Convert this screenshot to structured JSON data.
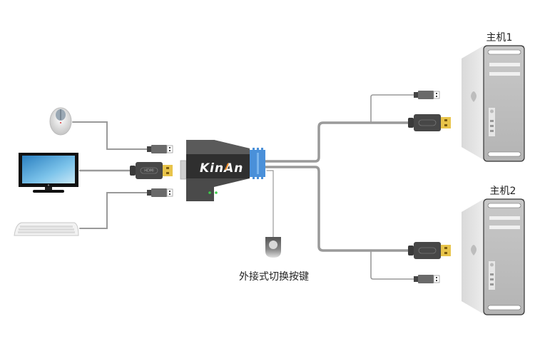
{
  "diagram": {
    "title": "KVM switch connection diagram",
    "brand": "KinAn",
    "labels": {
      "host1": "主机1",
      "host2": "主机2",
      "external_switch": "外接式切换按键"
    },
    "peripherals": [
      "mouse",
      "monitor",
      "keyboard"
    ],
    "connector_text": "HDMI",
    "colors": {
      "cable": "#9a9a9a",
      "switch_body": "#3c3c3c",
      "switch_port": "#4a90d9",
      "hdmi_tip": "#e8c44a",
      "led": "#3dcc4a"
    }
  }
}
